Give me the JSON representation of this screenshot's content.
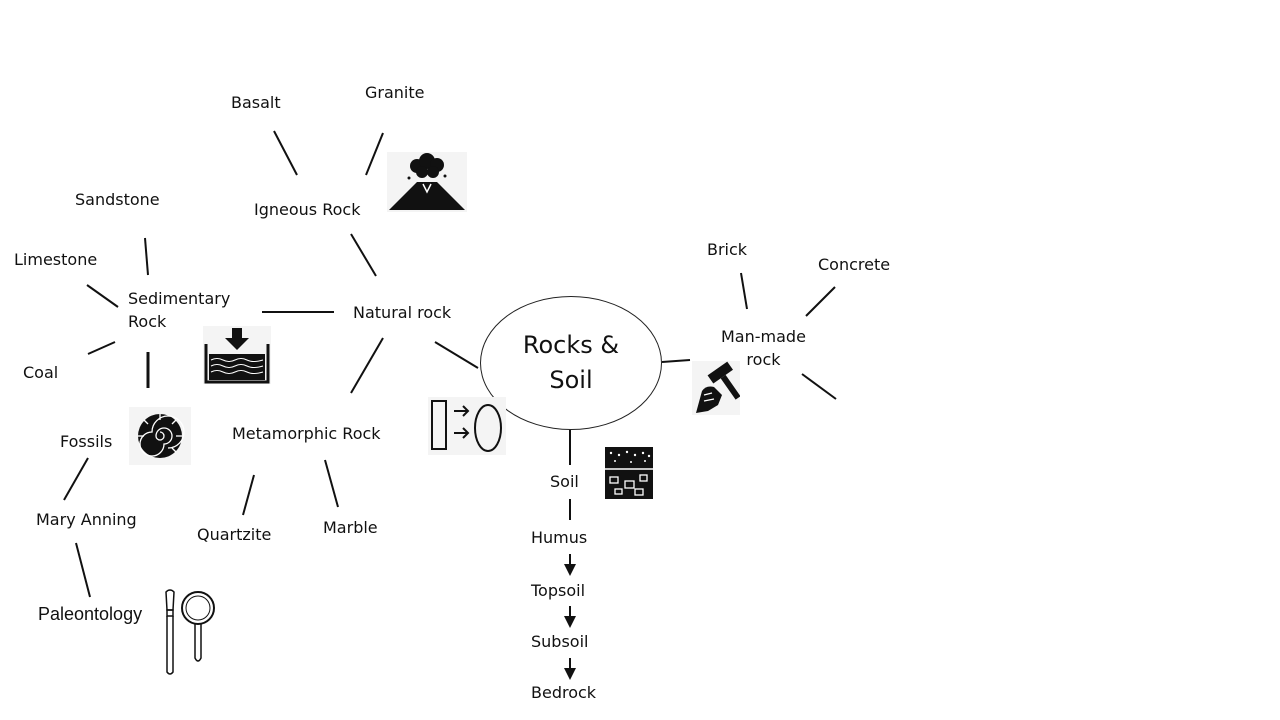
{
  "center": {
    "line1": "Rocks &",
    "line2": "Soil"
  },
  "natural_rock": "Natural rock",
  "igneous": {
    "label": "Igneous Rock",
    "examples": [
      "Basalt",
      "Granite"
    ]
  },
  "sedimentary": {
    "line1": "Sedimentary",
    "line2": "Rock",
    "examples": [
      "Sandstone",
      "Limestone",
      "Coal"
    ]
  },
  "fossils": {
    "label": "Fossils",
    "person": "Mary Anning",
    "field": "Paleontology"
  },
  "metamorphic": {
    "label": "Metamorphic Rock",
    "examples": [
      "Quartzite",
      "Marble"
    ]
  },
  "manmade": {
    "line1": "Man-made",
    "line2": "rock",
    "examples": [
      "Brick",
      "Concrete"
    ]
  },
  "soil": {
    "label": "Soil",
    "layers": [
      "Humus",
      "Topsoil",
      "Subsoil",
      "Bedrock"
    ]
  },
  "icons": [
    "volcano-icon",
    "compression-icon",
    "ammonite-fossil-icon",
    "rock-shapes-icon",
    "hammer-hand-icon",
    "soil-layers-icon",
    "brush-magnifier-icon"
  ]
}
